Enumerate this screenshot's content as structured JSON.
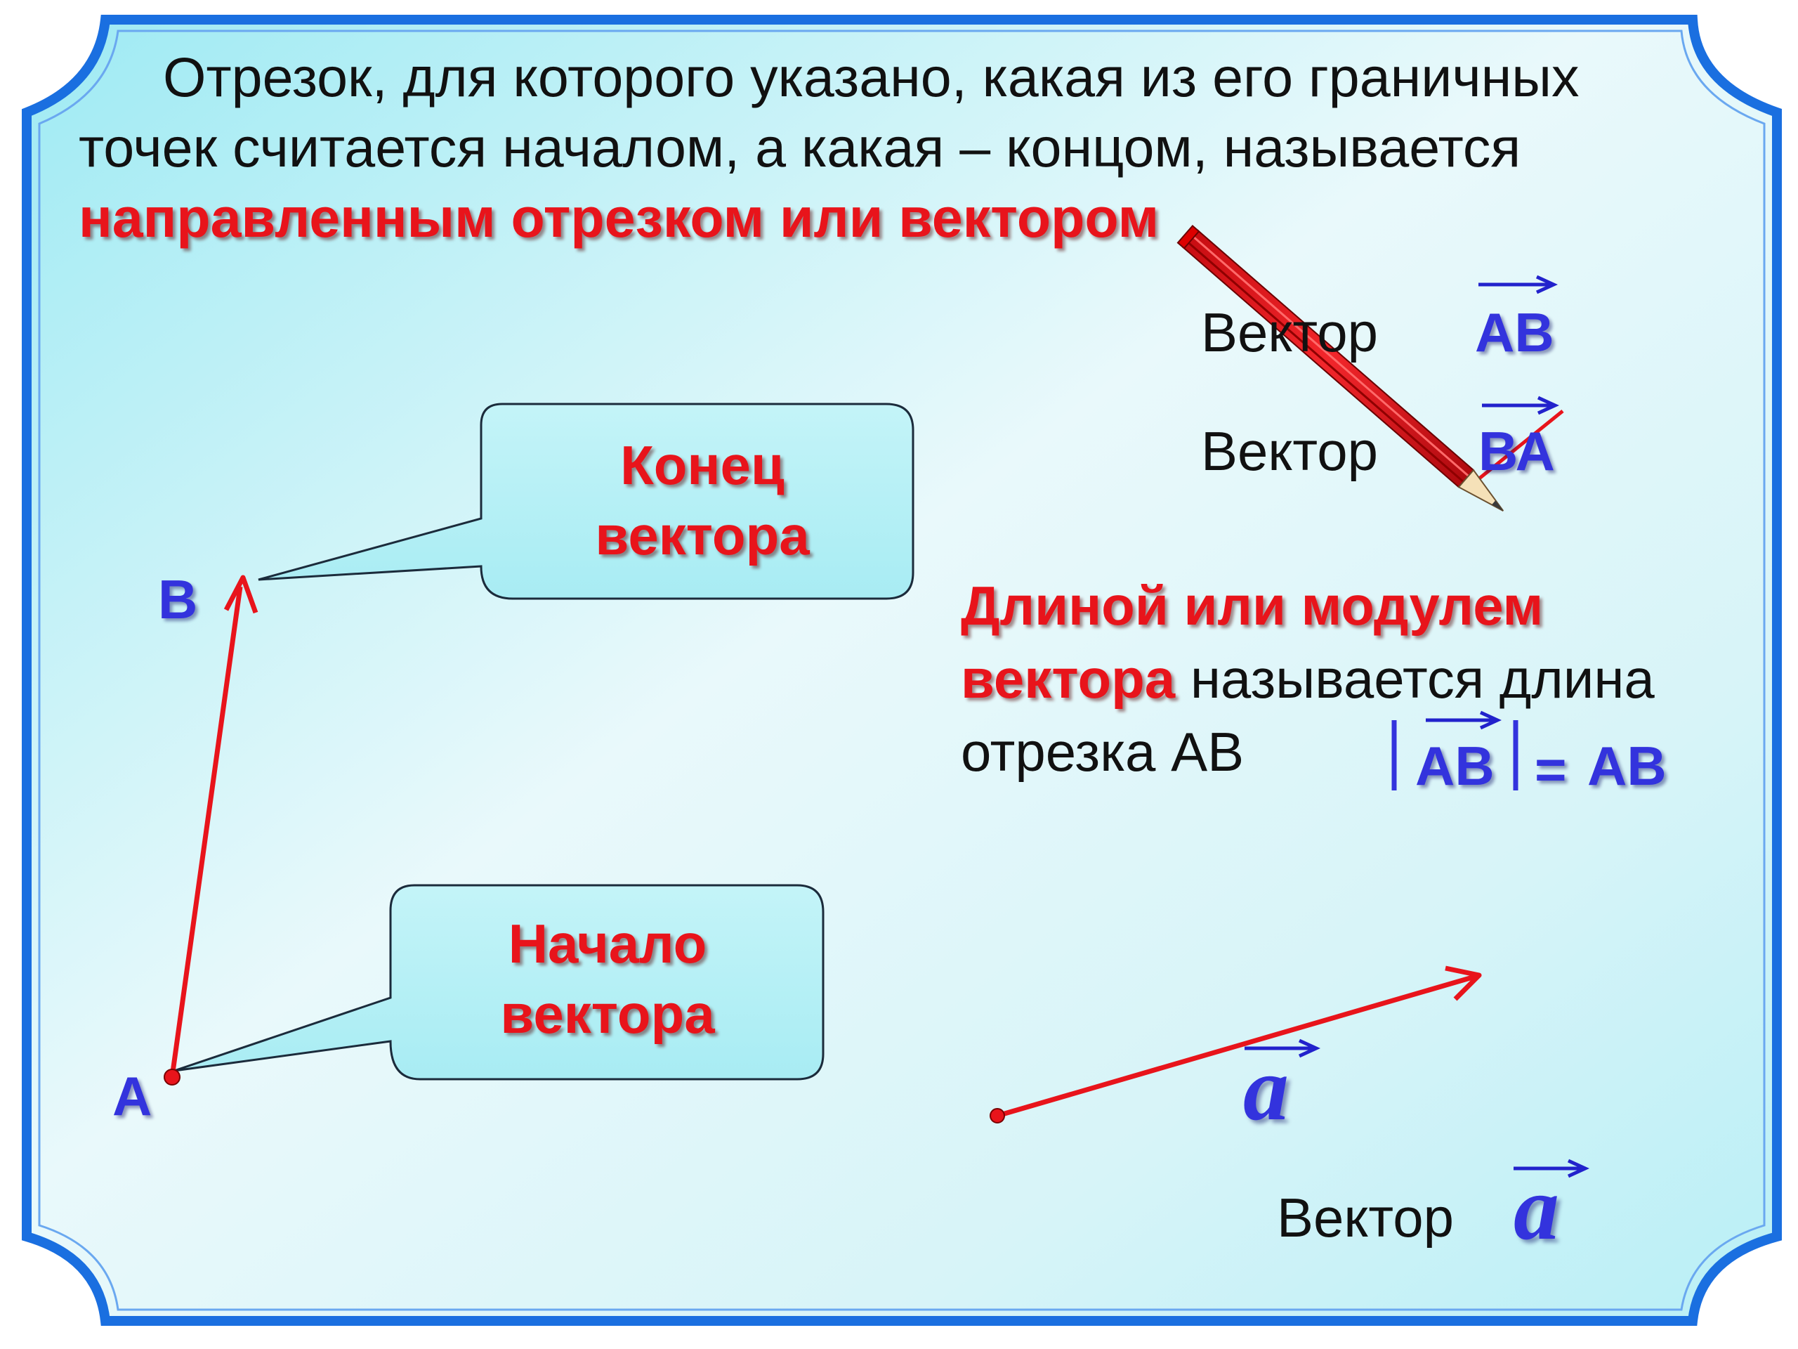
{
  "definition": {
    "line_text": "Отрезок, для которого указано, какая из его граничных точек считается началом, а какая – концом, называется",
    "term": "направленным отрезком или вектором"
  },
  "callouts": {
    "end": {
      "line1": "Конец",
      "line2": "вектора"
    },
    "start": {
      "line1": "Начало",
      "line2": "вектора"
    }
  },
  "points": {
    "A": "А",
    "B": "В"
  },
  "notation": {
    "vector_label": "Вектор",
    "ab": "АВ",
    "ba": "ВА"
  },
  "modulus": {
    "term": "Длиной или модулем вектора",
    "rest": " называется длина отрезка АВ",
    "formula_inner": "АВ",
    "formula_eq": "=",
    "formula_rhs": "АВ"
  },
  "vector_a": {
    "name": "a",
    "label": "Вектор"
  },
  "colors": {
    "frame": "#1a6fe0",
    "accent_red": "#e8141b",
    "label_blue": "#3333dd",
    "callout_fill": "#bff2f7"
  }
}
